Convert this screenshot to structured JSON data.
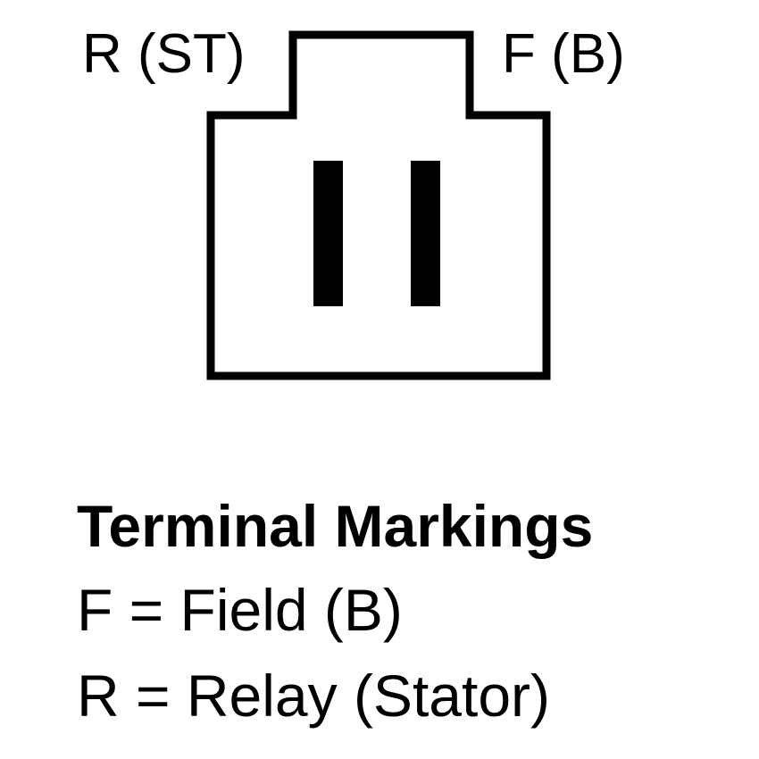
{
  "terminals": {
    "left_label": "R (ST)",
    "right_label": "F (B)"
  },
  "legend": {
    "title": "Terminal Markings",
    "field_line": "F = Field (B)",
    "relay_line": "R = Relay (Stator)"
  },
  "colors": {
    "stroke": "#000000",
    "background": "#ffffff"
  }
}
